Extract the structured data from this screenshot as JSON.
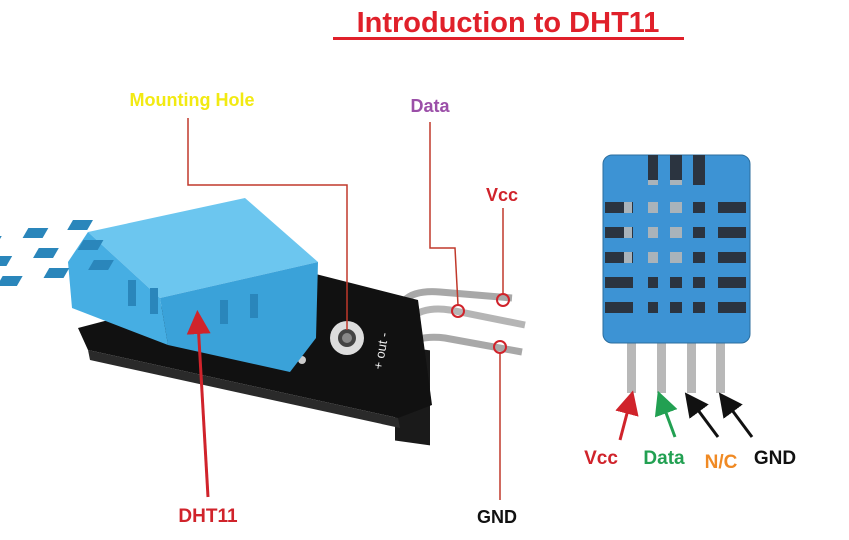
{
  "title": "Introduction to DHT11",
  "module_labels": {
    "mounting_hole": "Mounting Hole",
    "data": "Data",
    "vcc": "Vcc",
    "gnd": "GND",
    "dht11": "DHT11",
    "pcb_silk": "+ out -"
  },
  "pinout_labels": {
    "vcc": "Vcc",
    "data": "Data",
    "nc": "N/C",
    "gnd": "GND"
  },
  "colors": {
    "title": "#e0202a",
    "mounting_hole": "#f2ea12",
    "data_module": "#9b4fa8",
    "vcc": "#d0232b",
    "gnd": "#111111",
    "data_pinout": "#22a052",
    "nc": "#f08a24",
    "sensor_blue": "#3d93d4",
    "module_blue": "#4fb4e6"
  }
}
